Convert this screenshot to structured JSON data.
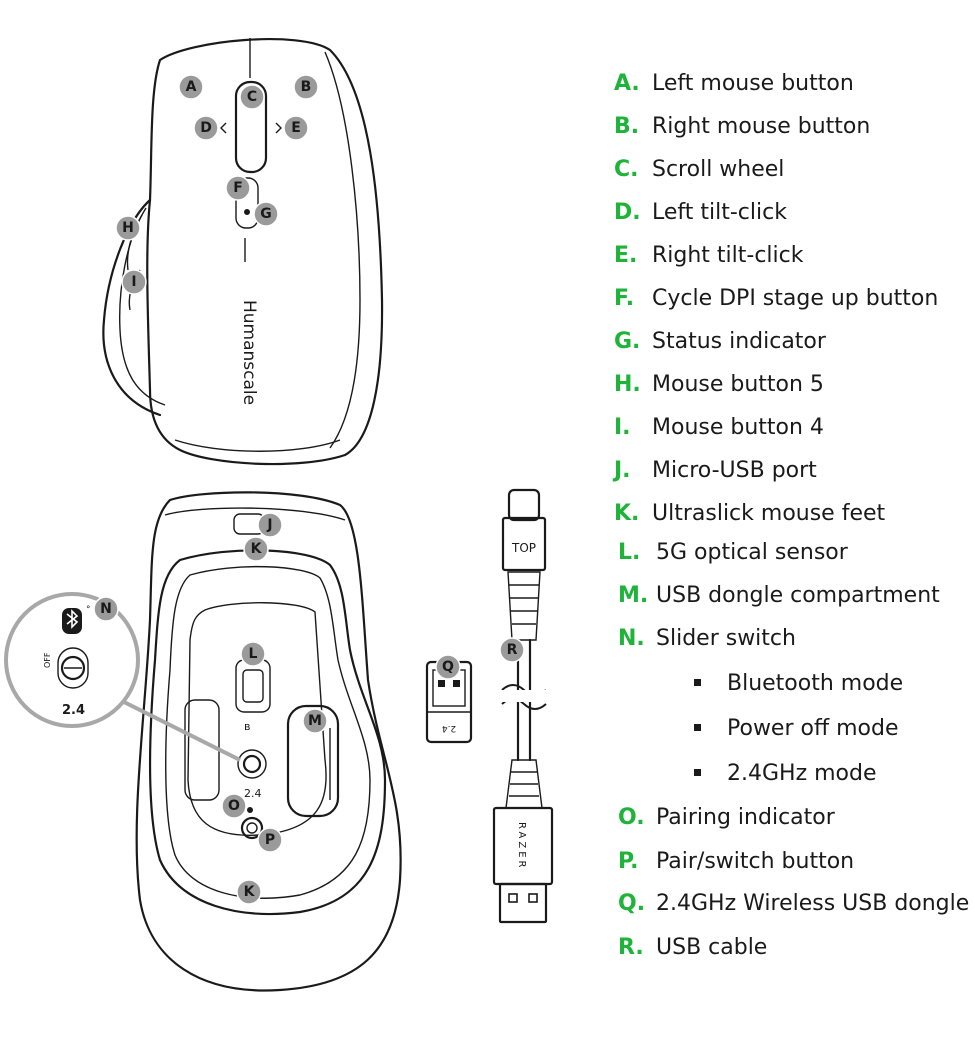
{
  "brand_text": "Humanscale",
  "cable_top_label": "TOP",
  "cable_brand_text": "RAZER",
  "dongle_text": "2.4",
  "switch_mode_label": "2.4",
  "zoom_switch_label": "2.4",
  "legend_color": "#1fb33a",
  "callout_color": "#9a9a9a",
  "legend": [
    {
      "letter": "A.",
      "text": "Left mouse button"
    },
    {
      "letter": "B.",
      "text": "Right mouse button"
    },
    {
      "letter": "C.",
      "text": "Scroll wheel"
    },
    {
      "letter": "D.",
      "text": "Left tilt-click"
    },
    {
      "letter": "E.",
      "text": "Right tilt-click"
    },
    {
      "letter": "F.",
      "text": "Cycle DPI stage up button"
    },
    {
      "letter": "G.",
      "text": "Status indicator"
    },
    {
      "letter": "H.",
      "text": "Mouse button 5"
    },
    {
      "letter": "I.",
      "text": "Mouse button 4"
    },
    {
      "letter": "J.",
      "text": "Micro-USB port"
    },
    {
      "letter": "K.",
      "text": "Ultraslick mouse feet"
    },
    {
      "letter": "L.",
      "text": "5G optical sensor"
    },
    {
      "letter": "M.",
      "text": "USB dongle compartment"
    },
    {
      "letter": "N.",
      "text": "Slider switch"
    },
    {
      "letter": "O.",
      "text": "Pairing indicator"
    },
    {
      "letter": "P.",
      "text": "Pair/switch button"
    },
    {
      "letter": "Q.",
      "text": "2.4GHz Wireless USB dongle"
    },
    {
      "letter": "R.",
      "text": "USB cable"
    }
  ],
  "slider_modes": [
    "Bluetooth mode",
    "Power off mode",
    "2.4GHz mode"
  ],
  "callouts": {
    "a": "A",
    "b": "B",
    "c": "C",
    "d": "D",
    "e": "E",
    "f": "F",
    "g": "G",
    "h": "H",
    "i": "I",
    "j": "J",
    "k_top": "K",
    "k_bottom": "K",
    "l": "L",
    "m": "M",
    "n": "N",
    "o": "O",
    "p": "P",
    "q": "Q",
    "r": "R"
  }
}
